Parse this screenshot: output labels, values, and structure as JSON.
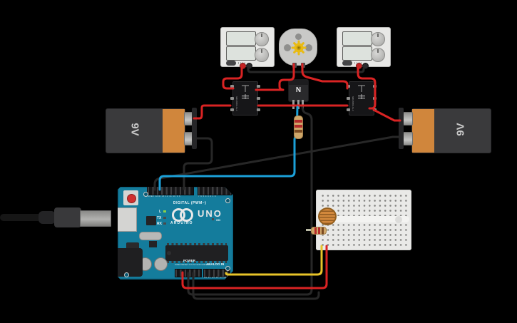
{
  "colors": {
    "wire_red": "#d92323",
    "wire_black": "#272727",
    "wire_blue": "#1ba0d8",
    "wire_yellow": "#e8c429",
    "board_teal": "#147c9c",
    "battery_orange": "#d0863c",
    "gear_yellow": "#e9bb13",
    "breadboard_white": "#e9e9e7"
  },
  "battery_left": {
    "label": "9V"
  },
  "battery_right": {
    "label": "9V"
  },
  "transistor": {
    "label": "N"
  },
  "relay_left": {
    "marking": "SRD-05VDC-SL-C"
  },
  "relay_right": {
    "marking": "SRD-05VDC-SL-C"
  },
  "power_supply_left": {
    "display_top": "",
    "display_bottom": ""
  },
  "power_supply_right": {
    "display_top": "",
    "display_bottom": ""
  },
  "arduino": {
    "brand": "ARDUINO",
    "model": "UNO",
    "digital_label": "DIGITAL (PWM~)",
    "pins_digital_a": "AREF GND 13 12 11 10 9 8",
    "pins_digital_b": "7 6 5 4 3 2 1 0",
    "led_l": "L",
    "led_tx": "TX",
    "led_rx": "RX",
    "on_label": "ON",
    "power_label": "POWER",
    "analog_label": "ANALOG IN",
    "pins_power": "IOREF RESET 3.3V 5V GND GND VIN",
    "pins_analog": "A0 A1 A2 A3 A4 A5"
  }
}
